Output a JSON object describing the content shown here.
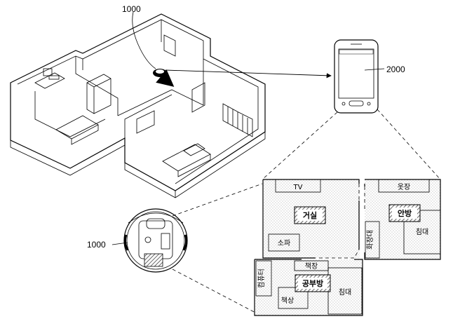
{
  "labels": {
    "robot_top": "1000",
    "robot_detail": "1000",
    "phone": "2000"
  },
  "rooms": {
    "living_room": "거실",
    "main_bedroom": "안방",
    "study": "공부방",
    "tv": "TV",
    "wardrobe": "옷장",
    "bed_main": "침대",
    "vanity": "화장대",
    "sofa": "소파",
    "bookcase": "책장",
    "computer": "컴퓨터",
    "desk": "책상",
    "bed_study": "침대"
  },
  "colors": {
    "line": "#000000",
    "hatch": "#444444",
    "dots": "#b8b8b8"
  }
}
